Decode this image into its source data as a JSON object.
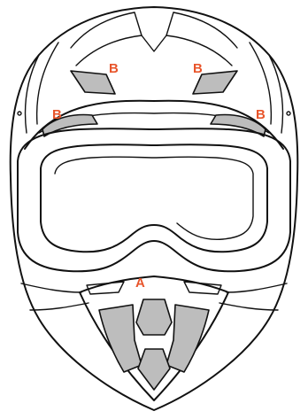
{
  "diagram": {
    "labels": {
      "vent_a": "A",
      "vent_b_upper_left": "B",
      "vent_b_upper_right": "B",
      "vent_b_brow_left": "B",
      "vent_b_brow_right": "B"
    },
    "colors": {
      "label": "#e8552b",
      "outline": "#111111",
      "vent_fill": "#bdbdbd",
      "background": "#ffffff"
    }
  }
}
